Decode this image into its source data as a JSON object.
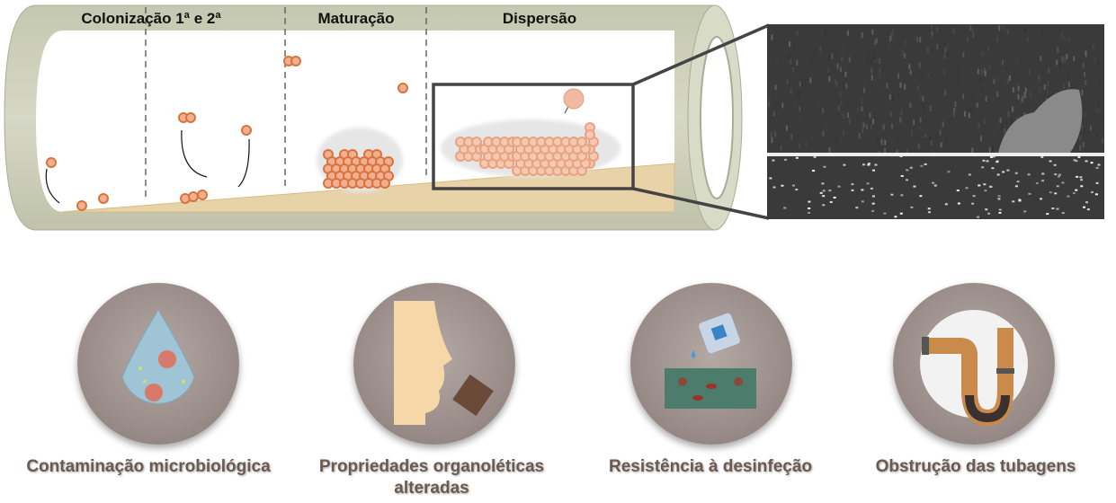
{
  "diagram": {
    "stages": [
      {
        "label": "Colonização 1ª e 2ª"
      },
      {
        "label": "Maturação"
      },
      {
        "label": "Dispersão"
      }
    ],
    "inset": "ultrasound-image"
  },
  "impacts": [
    {
      "label": "Contaminação microbiológica",
      "icon": "water-drop-bacteria-icon"
    },
    {
      "label": "Propriedades organoléticas alteradas",
      "icon": "face-smell-taste-icon"
    },
    {
      "label": "Resistência à desinfeção",
      "icon": "disinfectant-biofilm-icon"
    },
    {
      "label": "Obstrução das tubagens",
      "icon": "clogged-pipe-icon"
    }
  ],
  "colors": {
    "tube": "#c9ccb6",
    "sediment": "#e8d2a8",
    "cell": "#d9865a",
    "label": "#6b5a50"
  }
}
